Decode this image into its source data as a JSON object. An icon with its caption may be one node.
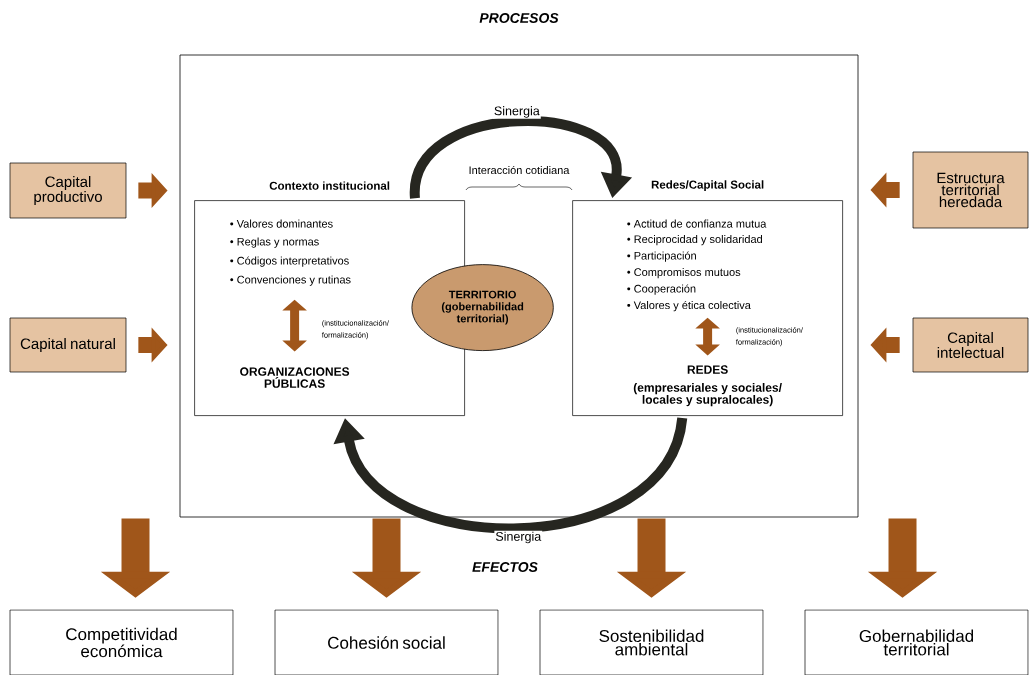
{
  "diagram": {
    "title": "PROCESOS",
    "nodes": [
      {
        "text": [],
        "shape": "box"
      },
      {
        "text": [
          "Capital productivo"
        ]
      },
      {
        "text": [
          "Capital natural"
        ]
      },
      {
        "text": [
          "Estructura territorial heredada"
        ]
      },
      {
        "text": [
          "Capital intelectual"
        ]
      },
      {
        "text": [
          "Contexto institucional",
          "• Valores dominantes",
          "• Reglas y normas",
          "• Códigos interpretativos",
          "• Convenciones y rutinas",
          "(institucionalización/ formalización)",
          "ORGANIZACIONES PÚBLICAS"
        ],
        "in": 0
      },
      {
        "text": [
          "TERRITORIO (gobernabilidad territorial)"
        ],
        "in": 0
      },
      {
        "text": [
          "Redes/Capital Social",
          "• Actitud de confianza mutua",
          "• Reciprocidad y solidaridad",
          "• Participación",
          "• Compromisos mutuos",
          "• Cooperación",
          "• Valores y ética colectiva",
          "(institucionalización/ formalización)",
          "REDES",
          "(empresariales y sociales/ locales y supralocales)"
        ],
        "in": 0
      },
      {
        "text": [
          "Competitividad económica"
        ]
      },
      {
        "text": [
          "Cohesión social"
        ]
      },
      {
        "text": [
          "Sostenibilidad ambiental"
        ]
      },
      {
        "text": [
          "Gobernabilidad territorial"
        ]
      }
    ],
    "edges": [
      {
        "from": 1,
        "to": 0,
        "arrow": "to"
      },
      {
        "from": 2,
        "to": 0,
        "arrow": "to"
      },
      {
        "from": 3,
        "to": 0,
        "arrow": "to"
      },
      {
        "from": 4,
        "to": 0,
        "arrow": "to"
      },
      {
        "from": 5,
        "to": 7,
        "arrow": "to",
        "label": "Sinergia",
        "color": "#262620"
      },
      {
        "from": 7,
        "to": 5,
        "arrow": "to",
        "label": "Sinergia",
        "color": "#262620"
      },
      {
        "from": 0,
        "to": 8,
        "arrow": "to"
      },
      {
        "from": 0,
        "to": 9,
        "arrow": "to"
      },
      {
        "from": 0,
        "to": 10,
        "arrow": "to"
      },
      {
        "from": 0,
        "to": 11,
        "arrow": "to"
      }
    ],
    "labels": [
      "Interacción cotidiana",
      "EFECTOS"
    ]
  }
}
